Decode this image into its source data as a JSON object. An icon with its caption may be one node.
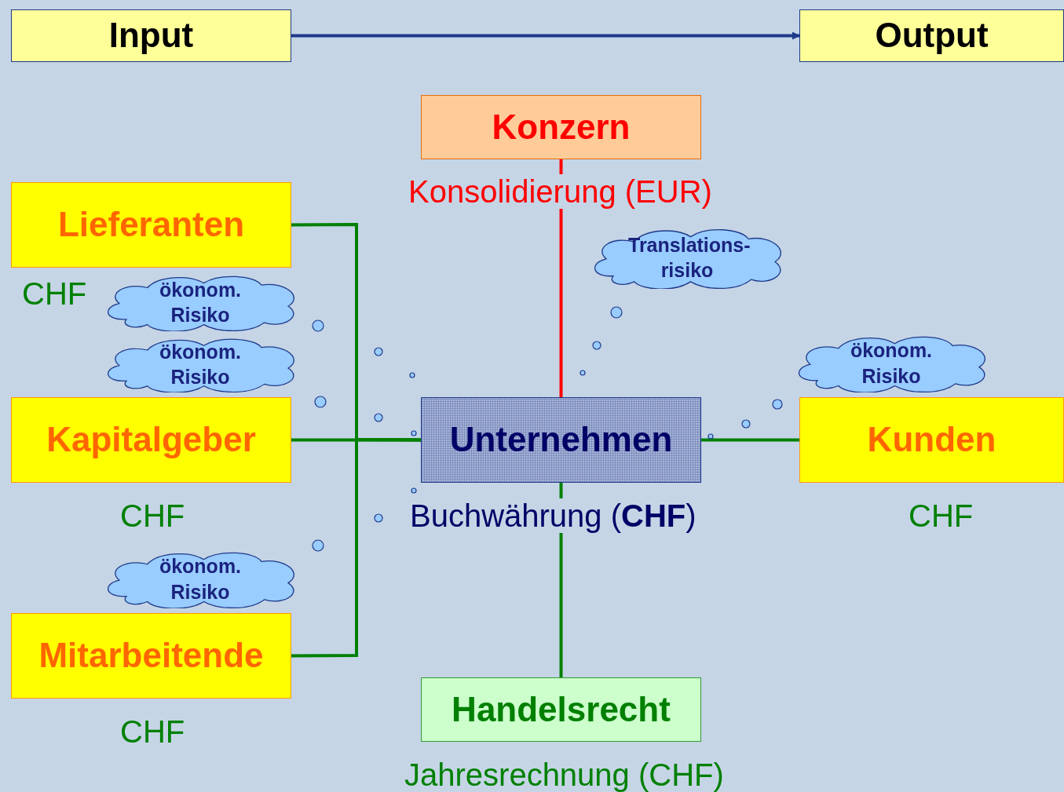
{
  "diagram": {
    "nodes": [
      {
        "text": [
          "Input"
        ]
      },
      {
        "text": [
          "Output"
        ]
      },
      {
        "text": [
          "Konzern"
        ],
        "beside": [
          "Konsolidierung (EUR)"
        ]
      },
      {
        "text": [
          "Lieferanten"
        ],
        "beside": [
          "CHF"
        ]
      },
      {
        "text": [
          "ökonom. Risiko"
        ]
      },
      {
        "text": [
          "Translations- risiko"
        ]
      },
      {
        "text": [
          "ökonom. Risiko"
        ]
      },
      {
        "text": [
          "ökonom. Risiko"
        ]
      },
      {
        "text": [
          "Kapitalgeber"
        ],
        "beside": [
          "CHF"
        ]
      },
      {
        "text": [
          "Unternehmen"
        ],
        "beside": [
          "Buchwährung (**CHF**)"
        ]
      },
      {
        "text": [
          "Kunden"
        ],
        "beside": [
          "CHF"
        ]
      },
      {
        "text": [
          "ökonom. Risiko"
        ]
      },
      {
        "text": [
          "Mitarbeitende"
        ],
        "beside": [
          "CHF"
        ]
      },
      {
        "text": [
          "Handelsrecht"
        ],
        "beside": [
          "Jahresrechnung (CHF)"
        ]
      }
    ],
    "edges": [
      {
        "from": 0,
        "to": 1,
        "arrow": "to",
        "color": "#1f3a8a"
      },
      {
        "from": 2,
        "to": 9,
        "arrow": "none",
        "color": "#ff0000"
      },
      {
        "from": 3,
        "to": 9,
        "arrow": "none"
      },
      {
        "from": 8,
        "to": 9,
        "arrow": "none"
      },
      {
        "from": 12,
        "to": 9,
        "arrow": "none"
      },
      {
        "from": 9,
        "to": 10,
        "arrow": "none"
      },
      {
        "from": 9,
        "to": 13,
        "arrow": "none"
      }
    ]
  }
}
